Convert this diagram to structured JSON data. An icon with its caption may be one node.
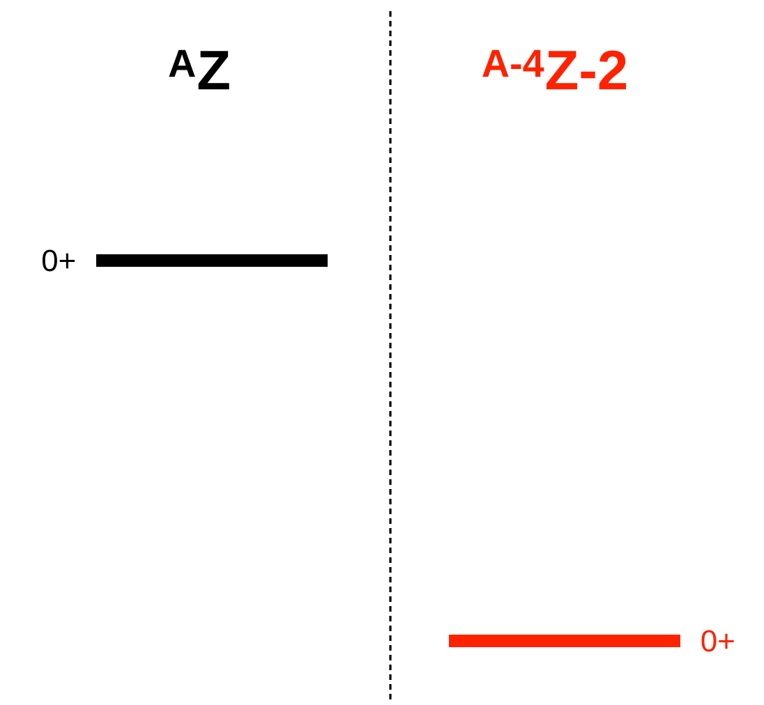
{
  "diagram": {
    "nodes": [
      {
        "text": [],
        "shape": "bar",
        "beside": [
          "0+"
        ]
      },
      {
        "text": [],
        "shape": "bar",
        "beside": [
          "0+"
        ]
      }
    ],
    "labels": [
      "$^{A}$Z",
      "$^{A-4}$Z-2"
    ]
  }
}
